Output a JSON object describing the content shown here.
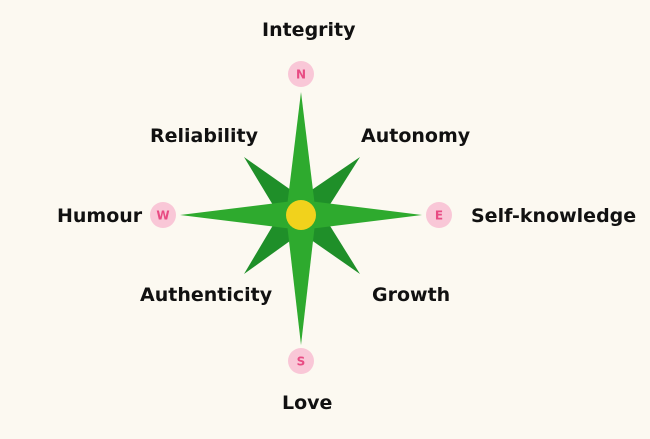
{
  "colors": {
    "background": "#fcf9f1",
    "major_point": "#2eaa2e",
    "minor_point": "#1f8f29",
    "center": "#f1d21c",
    "badge_fill": "#f9c7d7",
    "badge_text": "#e84b83",
    "label_text": "#111111"
  },
  "cardinals": {
    "north": {
      "letter": "N",
      "value": "Integrity"
    },
    "east": {
      "letter": "E",
      "value": "Self-knowledge"
    },
    "south": {
      "letter": "S",
      "value": "Love"
    },
    "west": {
      "letter": "W",
      "value": "Humour"
    }
  },
  "intercardinals": {
    "northeast": "Autonomy",
    "southeast": "Growth",
    "southwest": "Authenticity",
    "northwest": "Reliability"
  }
}
